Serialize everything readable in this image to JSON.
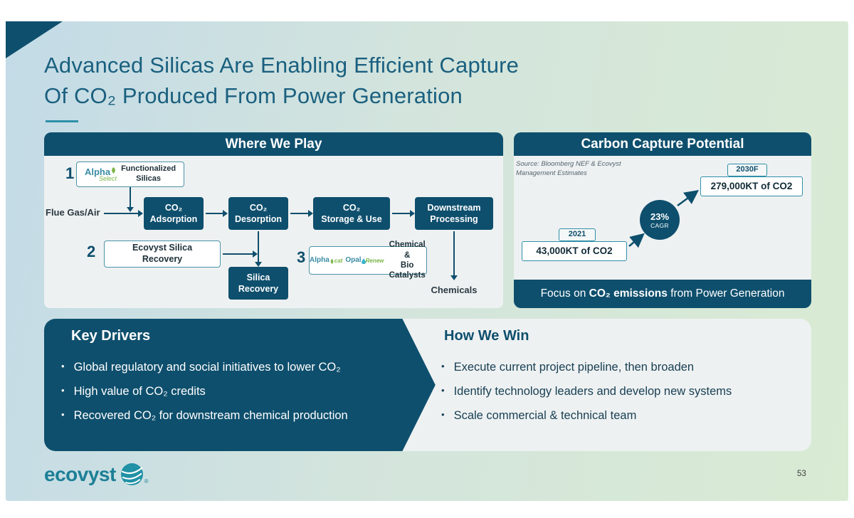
{
  "title": {
    "line1": "Advanced Silicas Are Enabling Efficient Capture",
    "line2": "Of CO₂ Produced From Power Generation"
  },
  "where_we_play": {
    "header": "Where We Play",
    "step1": {
      "num": "1",
      "logo_alpha": "Alpha",
      "logo_select": "Select",
      "label_l1": "Functionalized",
      "label_l2": "Silicas"
    },
    "flue_gas": "Flue Gas/Air",
    "adsorption": {
      "l1": "CO₂",
      "l2": "Adsorption"
    },
    "desorption": {
      "l1": "CO₂",
      "l2": "Desorption"
    },
    "storage": {
      "l1": "CO₂",
      "l2": "Storage & Use"
    },
    "downstream": {
      "l1": "Downstream",
      "l2": "Processing"
    },
    "step2": {
      "num": "2",
      "label_l1": "Ecovyst Silica",
      "label_l2": "Recovery"
    },
    "silica_recovery": {
      "l1": "Silica",
      "l2": "Recovery"
    },
    "step3": {
      "num": "3",
      "logo_alpha": "Alpha",
      "logo_cat": "cat",
      "logo_opal": "Opal",
      "logo_renew": "Renew",
      "label_l1": "Chemical &",
      "label_l2": "Bio Catalysts"
    },
    "chemicals": "Chemicals"
  },
  "carbon_capture": {
    "header": "Carbon Capture Potential",
    "source_l1": "Source: Bloomberg NEF & Ecovyst",
    "source_l2": "Management Estimates",
    "year_start": "2021",
    "value_start": "43,000KT of CO2",
    "cagr_value": "23%",
    "cagr_label": "CAGR",
    "year_end": "2030F",
    "value_end": "279,000KT of CO2",
    "focus_pre": "Focus on ",
    "focus_bold": "CO₂ emissions",
    "focus_post": " from Power Generation"
  },
  "key_drivers": {
    "heading": "Key Drivers",
    "bullets": [
      "Global regulatory and social initiatives to lower CO₂",
      "High value of CO₂ credits",
      "Recovered CO₂ for downstream chemical production"
    ]
  },
  "how_we_win": {
    "heading": "How We Win",
    "bullets": [
      "Execute current project pipeline, then broaden",
      "Identify technology leaders and develop new systems",
      "Scale commercial & technical team"
    ]
  },
  "footer": {
    "logo_text": "ecovyst",
    "registered": "®",
    "page_number": "53"
  },
  "colors": {
    "dark_teal": "#0e4f6d",
    "accent_teal": "#2e8fa8",
    "logo_teal": "#1b7f96",
    "logo_green": "#7ab648",
    "panel_bg": "#eef1f2"
  }
}
